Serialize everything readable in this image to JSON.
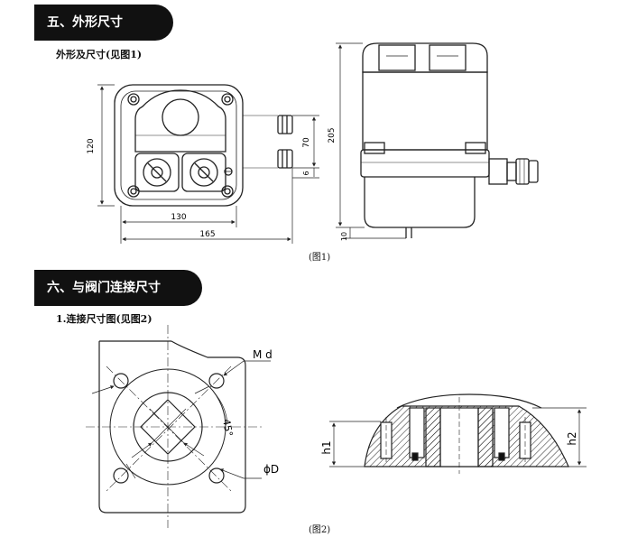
{
  "sections": {
    "s5": {
      "title": "五、外形尺寸",
      "subtitle": "外形及尺寸(见图1)",
      "caption": "(图1)"
    },
    "s6": {
      "title": "六、与阀门连接尺寸",
      "subtitle": "1.连接尺寸图(见图2)",
      "caption": "(图2)"
    }
  },
  "fig1": {
    "dims": {
      "d120": "120",
      "d130": "130",
      "d165": "165",
      "d70": "70",
      "d6": "6",
      "d205": "205",
      "d10": "10"
    }
  },
  "fig2": {
    "labels": {
      "md": "M d",
      "angle": "45°",
      "phiD": "ϕD",
      "h1": "h1",
      "h2": "h2"
    }
  },
  "colors": {
    "tab_bg": "#111111",
    "line": "#222222"
  }
}
